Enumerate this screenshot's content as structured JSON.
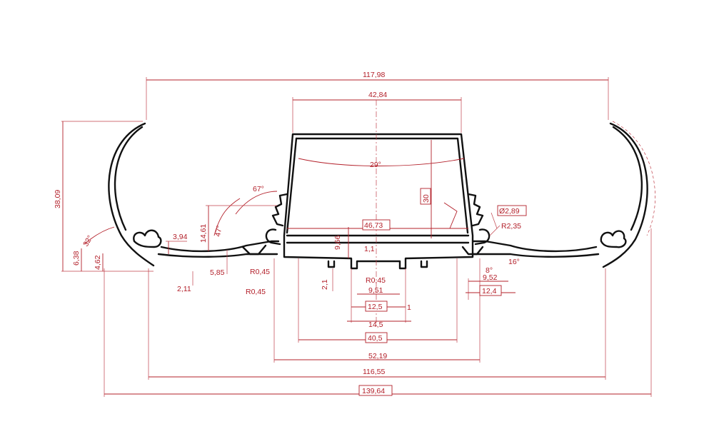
{
  "colors": {
    "dimension": "#b3202a",
    "profile": "#111111",
    "background": "#ffffff"
  },
  "dimensions": {
    "overall_top": "117,98",
    "top_width": "42,84",
    "angle_top": "29°",
    "height_30": "30",
    "height_left": "38,09",
    "angle_67": "67°",
    "height_14_61": "14,61",
    "angle_47": "47°",
    "dim_3_94": "3,94",
    "angle_32": "32°",
    "dim_6_38": "6,38",
    "dim_4_62": "4,62",
    "dim_5_85": "5,85",
    "dim_2_11": "2,11",
    "r_045_a": "R0,45",
    "r_045_b": "R0,45",
    "r_045_c": "R0,45",
    "dim_46_73": "46,73",
    "dim_9_66": "9,66",
    "dim_1_1": "1,1",
    "dim_2_1": "2,1",
    "dim_9_51": "9,51",
    "dim_12_5": "12,5",
    "dim_1": "1",
    "dim_14_5": "14,5",
    "dim_40_5": "40,5",
    "dim_52_19": "52,19",
    "dim_116_55": "116,55",
    "dim_139_64": "139,64",
    "diam_2_89": "Ø2,89",
    "r_2_35": "R2,35",
    "angle_8": "8°",
    "angle_16": "16°",
    "dim_9_52": "9,52",
    "dim_12_4": "12,4"
  }
}
